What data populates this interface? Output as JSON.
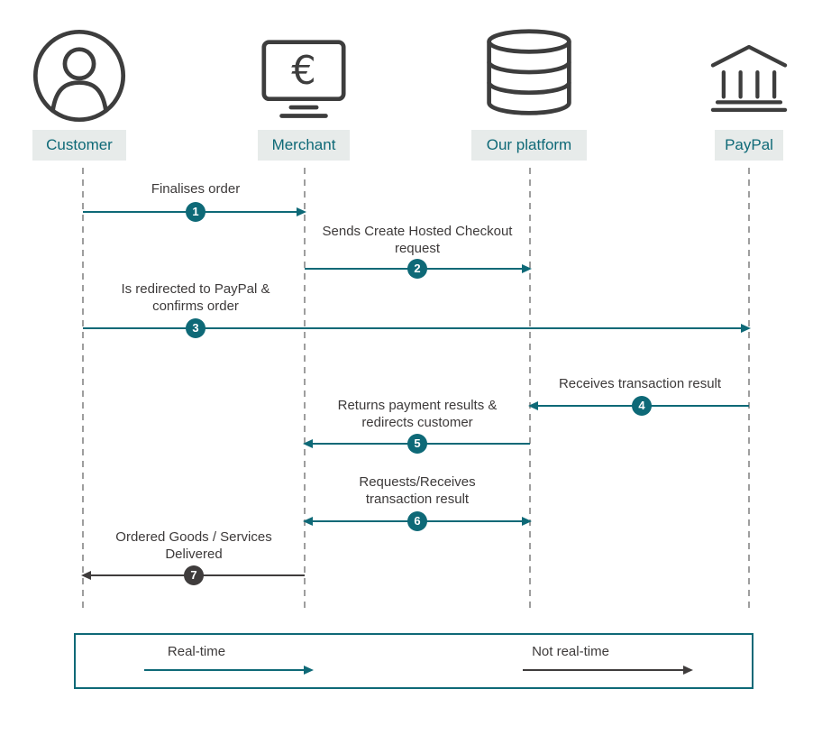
{
  "diagram": {
    "actors": [
      {
        "name": "Customer",
        "icon": "person-icon"
      },
      {
        "name": "Merchant",
        "icon": "monitor-euro-icon"
      },
      {
        "name": "Our platform",
        "icon": "database-icon"
      },
      {
        "name": "PayPal",
        "icon": "bank-icon"
      }
    ],
    "icons": {
      "merchant_symbol": "€"
    },
    "messages": [
      {
        "step": "1",
        "label": "Finalises order",
        "from": "Customer",
        "to": "Merchant",
        "style": "real-time"
      },
      {
        "step": "2",
        "label": "Sends Create Hosted Checkout request",
        "from": "Merchant",
        "to": "Our platform",
        "style": "real-time"
      },
      {
        "step": "3",
        "label": "Is redirected to PayPal & confirms order",
        "from": "Customer",
        "to": "PayPal",
        "style": "real-time"
      },
      {
        "step": "4",
        "label": "Receives transaction result",
        "from": "PayPal",
        "to": "Our platform",
        "style": "real-time"
      },
      {
        "step": "5",
        "label": "Returns payment results & redirects customer",
        "from": "Our platform",
        "to": "Merchant",
        "style": "real-time"
      },
      {
        "step": "6",
        "label": "Requests/Receives transaction result",
        "from": "Merchant",
        "to": "Our platform",
        "bidirectional": true,
        "style": "real-time"
      },
      {
        "step": "7",
        "label": "Ordered Goods / Services Delivered",
        "from": "Merchant",
        "to": "Customer",
        "style": "not-real-time"
      }
    ],
    "legend": {
      "real_time": "Real-time",
      "not_real_time": "Not real-time"
    },
    "colors": {
      "teal": "#0e6977",
      "dark": "#3f3c3c",
      "label_bg": "#e7ebea",
      "lifeline_gray": "#9e9e9e",
      "icon_stroke": "#3d3d3d"
    }
  }
}
